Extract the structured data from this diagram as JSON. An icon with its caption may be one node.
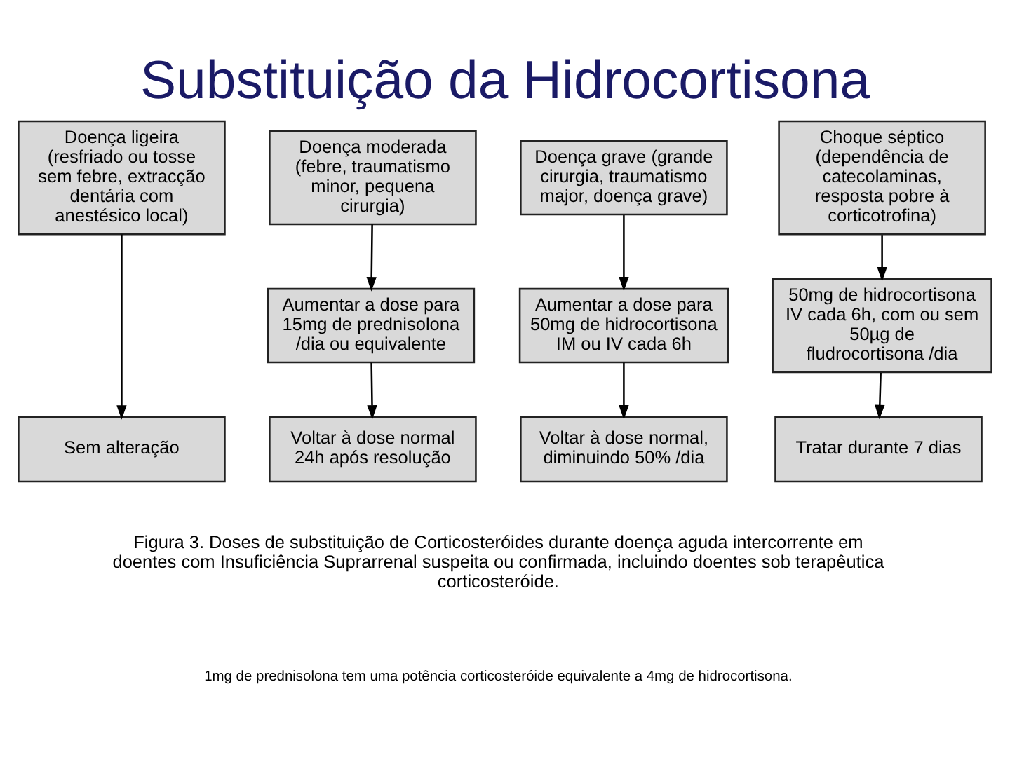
{
  "diagram": {
    "title": "Substituição da Hidrocortisona",
    "caption": "Figura 3. Doses de substituição de Corticosteróides durante doença aguda intercorrente em doentes com Insuficiência Suprarrenal suspeita ou confirmada, incluindo doentes sob terapêutica corticosteróide.",
    "nodes": [
      {
        "text": [
          "Doença ligeira (resfriado ou tosse sem febre, extracção dentária com anestésico local)"
        ]
      },
      {
        "text": [
          "Doença moderada (febre, traumatismo minor, pequena cirurgia)"
        ]
      },
      {
        "text": [
          "Doença grave (grande cirurgia, traumatismo major, doença grave)"
        ]
      },
      {
        "text": [
          "Choque séptico (dependência de catecolaminas, resposta pobre à corticotrofina)"
        ]
      },
      {
        "text": [
          "Aumentar a dose para 15mg de prednisolona /dia ou equivalente"
        ]
      },
      {
        "text": [
          "Aumentar a dose para 50mg de hidrocortisona IM ou IV cada 6h"
        ]
      },
      {
        "text": [
          "50mg de hidrocortisona IV cada 6h, com ou sem 50µg de fludrocortisona /dia"
        ]
      },
      {
        "text": [
          "Sem alteração"
        ]
      },
      {
        "text": [
          "Voltar à dose normal 24h após resolução"
        ]
      },
      {
        "text": [
          "Voltar à dose normal, diminuindo 50% /dia"
        ]
      },
      {
        "text": [
          "Tratar durante 7 dias"
        ]
      }
    ],
    "edges": [
      {
        "from": 0,
        "to": 7,
        "arrow": "to"
      },
      {
        "from": 1,
        "to": 4,
        "arrow": "to"
      },
      {
        "from": 2,
        "to": 5,
        "arrow": "to"
      },
      {
        "from": 3,
        "to": 6,
        "arrow": "to"
      },
      {
        "from": 4,
        "to": 8,
        "arrow": "to"
      },
      {
        "from": 5,
        "to": 9,
        "arrow": "to"
      },
      {
        "from": 6,
        "to": 10,
        "arrow": "to"
      }
    ],
    "labels": [
      "1mg de prednisolona tem uma potência corticosteróide equivalente a 4mg de hidrocortisona."
    ]
  }
}
